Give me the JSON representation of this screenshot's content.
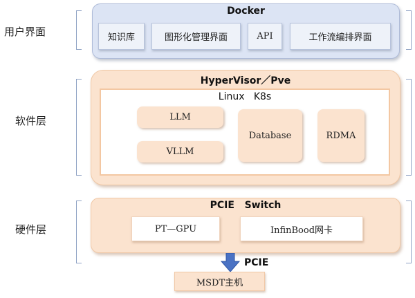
{
  "layers": {
    "ui": "用户界面",
    "software": "软件层",
    "hardware": "硬件层"
  },
  "docker": {
    "title": "Docker",
    "items": [
      "知识库",
      "图形化管理界面",
      "API",
      "工作流编排界面"
    ]
  },
  "hypervisor": {
    "title": "HyperVisor／Pve",
    "inner_title": "Linux   K8s",
    "llm": "LLM",
    "vllm": "VLLM",
    "database": "Database",
    "rdma": "RDMA"
  },
  "pcie_switch": {
    "title": "PCIE   Switch",
    "items": [
      "PT—GPU",
      "InfinBood网卡"
    ]
  },
  "connection": {
    "label": "PCIE"
  },
  "host": "MSDT主机",
  "colors": {
    "docker_fill": "#dce4f4",
    "software_fill": "#fbe3cf",
    "arrow": "#4a72c4",
    "bracket": "#8fa2c4"
  }
}
